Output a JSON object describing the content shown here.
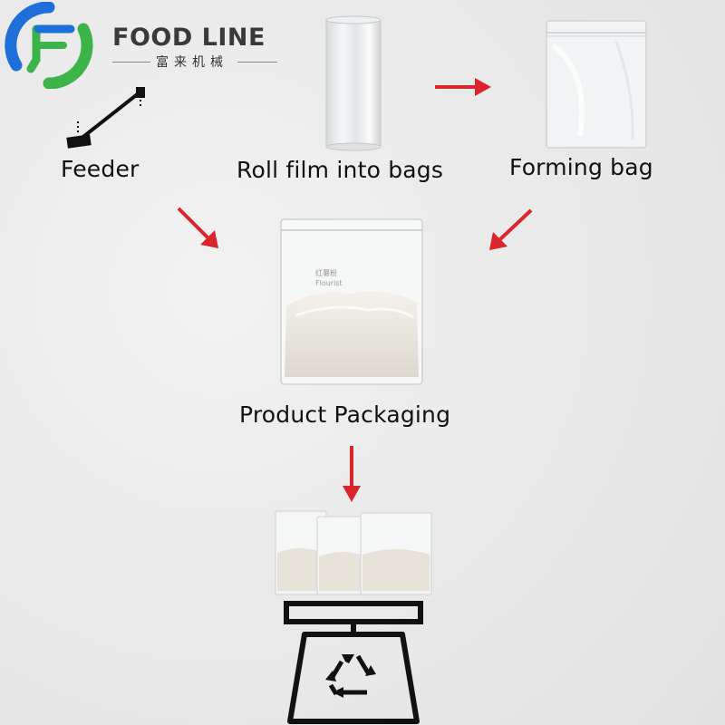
{
  "brand": {
    "name": "FOOD LINE",
    "name_cn": "富来机械",
    "icon": "food-line-logo"
  },
  "steps": {
    "feeder": "Feeder",
    "roll_film": "Roll film into bags",
    "forming_bag": "Forming bag",
    "product_packaging": "Product Packaging"
  },
  "product_bag": {
    "line1": "红薯粉",
    "line2": "Flourist"
  },
  "icons": [
    "feeder-icon",
    "film-roll-icon",
    "forming-bag-icon",
    "product-bag-icon",
    "bag-group-icon",
    "weighing-scale-icon",
    "recycle-icon",
    "arrow-icon"
  ],
  "colors": {
    "arrow": "#d9252b",
    "logo_green": "#3cb44a",
    "logo_blue": "#1e6fd9",
    "text": "#111111"
  }
}
